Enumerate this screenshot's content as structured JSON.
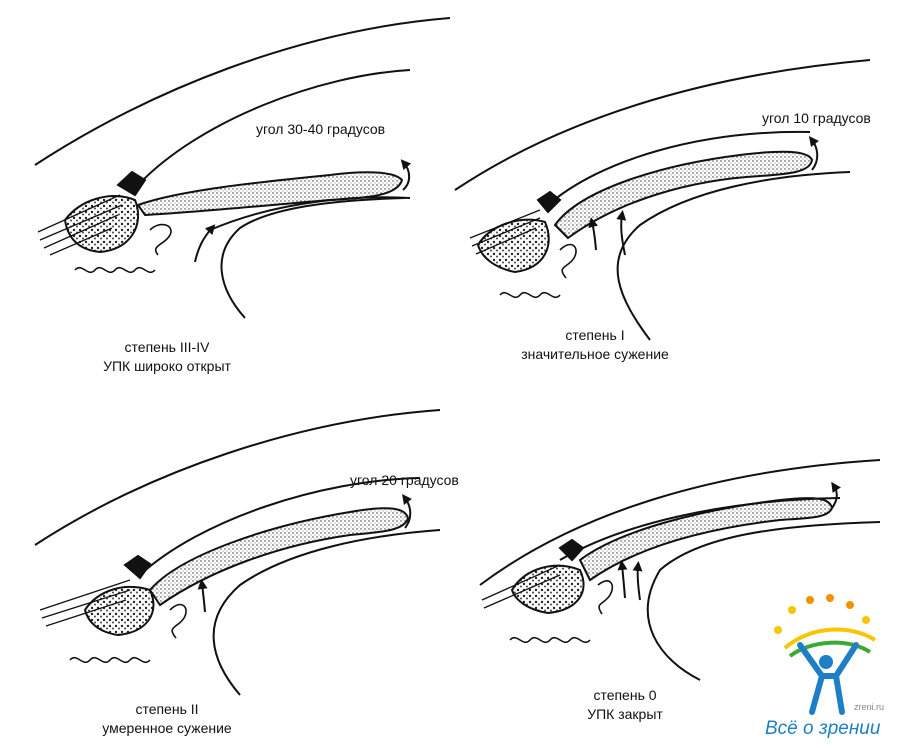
{
  "panels": [
    {
      "angle_label": "угол 30-40 градусов",
      "degree": "степень III-IV",
      "description": "УПК широко открыт"
    },
    {
      "angle_label": "угол 10 градусов",
      "degree": "степень I",
      "description": "значительное сужение"
    },
    {
      "angle_label": "угол 20 градусов",
      "degree": "степень II",
      "description": "умеренное сужение"
    },
    {
      "angle_label": "",
      "degree": "степень 0",
      "description": "УПК закрыт"
    }
  ],
  "logo": {
    "text": "Всё о зрении",
    "site": "zreni.ru"
  },
  "colors": {
    "ink": "#111111",
    "logo_blue": "#1f7fc6",
    "logo_green": "#3aaa35",
    "logo_orange": "#f39200",
    "logo_yellow": "#f7c600"
  }
}
